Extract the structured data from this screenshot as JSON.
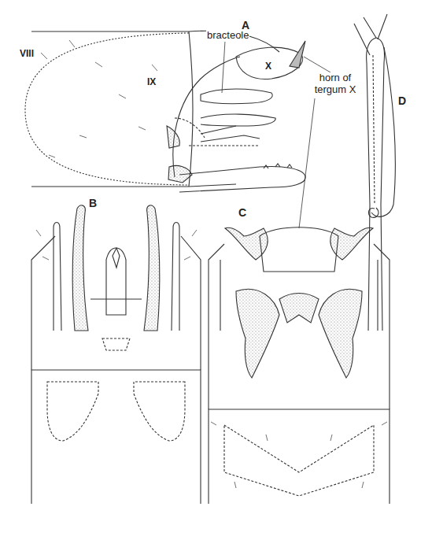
{
  "diagram": {
    "labels": [
      "A",
      "bracteole",
      "VIII",
      "X",
      "IX",
      "horn of tergum X",
      "B",
      "C",
      "D"
    ]
  }
}
